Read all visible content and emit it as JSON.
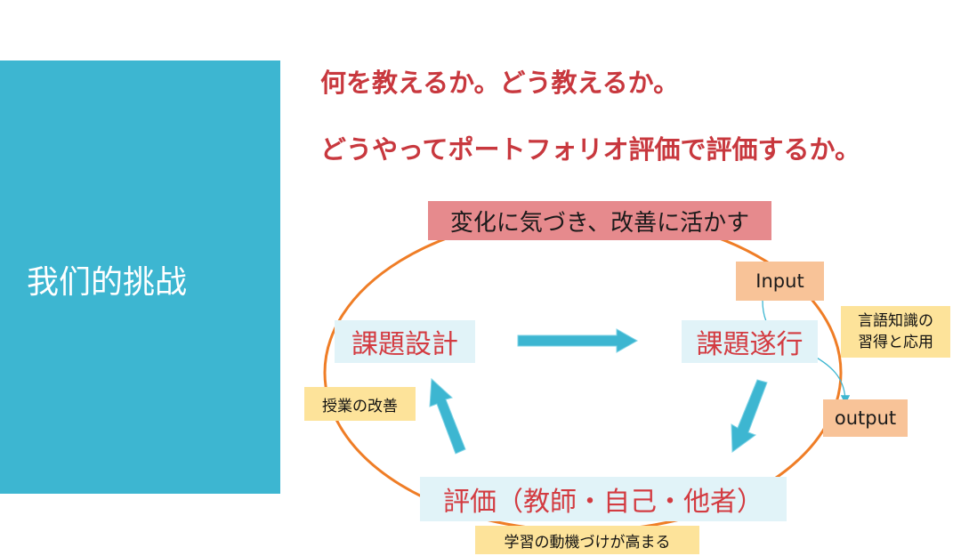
{
  "sidebar": {
    "title": "我们的挑战"
  },
  "headings": [
    "何を教えるか。どう教えるか。",
    "どうやってポートフォリオ評価で評価するか。"
  ],
  "diagram": {
    "top_label": "変化に気づき、改善に活かす",
    "stages": {
      "design": "課題設計",
      "execution": "課題遂行",
      "evaluation": "評価（教師・自己・他者）"
    },
    "notes": {
      "input": "Input",
      "output": "output",
      "language": "言語知識の\n習得と応用",
      "improvement": "授業の改善",
      "motivation": "学習の動機づけが高まる"
    },
    "colors": {
      "ellipse": "#ef7d26",
      "arrow": "#3db6d1",
      "stage_text": "#d33b41",
      "heading_text": "#c8383e"
    }
  }
}
